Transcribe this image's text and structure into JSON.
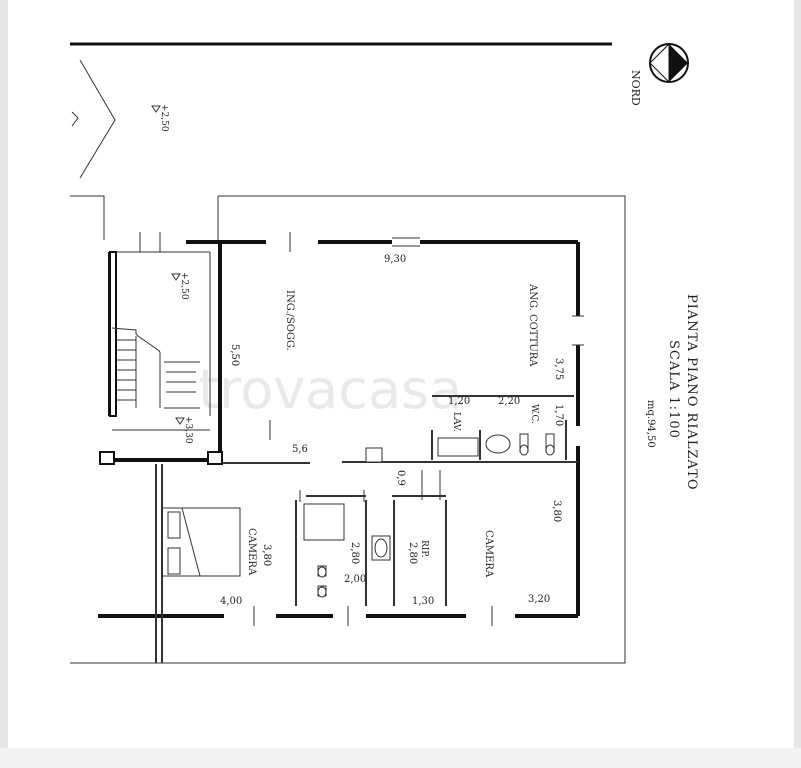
{
  "title": {
    "line1": "PIANTA PIANO RIALZATO",
    "line2": "SCALA 1:100",
    "line3": "mq.94,50"
  },
  "north": "NORD",
  "watermark": "trovacasa",
  "rooms": {
    "living": "ING./SOGG.",
    "kitchen": "ANG. COTTURA",
    "laundry": "LAV.",
    "wc": "W.C.",
    "bedroom_left": "CAMERA",
    "bedroom_right": "CAMERA",
    "storage": "RIP."
  },
  "levels": {
    "outside": "+2,50",
    "stair": "+2,50",
    "landing": "+3,30"
  },
  "dimensions": {
    "top_width": "9,30",
    "right_height": "3,75",
    "living_height": "5,50",
    "hall_width": "5,6",
    "lav_width": "1,20",
    "wc_width": "2,20",
    "wc_height": "1,70",
    "door_gap": "0,9",
    "right_room_height": "3,80",
    "left_room_height": "3,80",
    "left_room_width": "4,00",
    "bath_height": "2,80",
    "bath_width": "2,00",
    "storage_height": "2,80",
    "storage_width": "1,30",
    "right_room_width": "3,20"
  }
}
